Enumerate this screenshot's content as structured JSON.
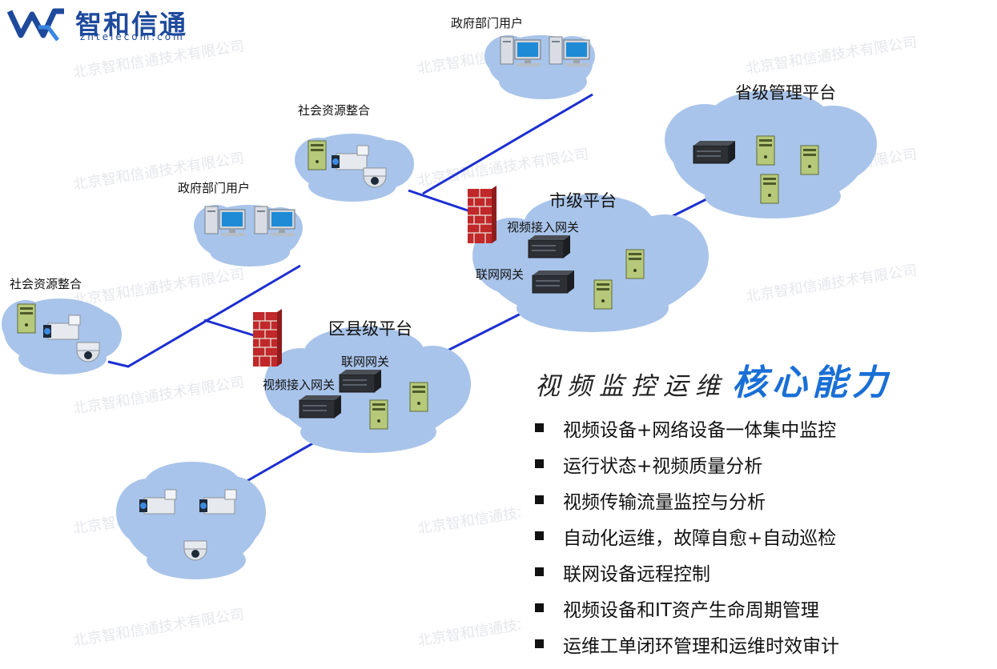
{
  "logo": {
    "name": "智和信通",
    "domain": "zhtelecom.com"
  },
  "watermark": "北京智和信通技术有限公司",
  "nodes": {
    "gov_users_top": "政府部门用户",
    "provincial_platform": "省级管理平台",
    "social_resources_upper": "社会资源整合",
    "city_platform": "市级平台",
    "city_video_gateway": "视频接入网关",
    "city_network_gateway": "联网网关",
    "gov_users_mid": "政府部门用户",
    "social_resources_left": "社会资源整合",
    "county_platform": "区县级平台",
    "county_network_gateway": "联网网关",
    "county_video_gateway": "视频接入网关"
  },
  "capabilities": {
    "title_prefix": "视频监控运维",
    "title_emphasis": "核心能力",
    "items": [
      "视频设备+网络设备一体集中监控",
      "运行状态+视频质量分析",
      "视频传输流量监控与分析",
      "自动化运维，故障自愈+自动巡检",
      "联网设备远程控制",
      "视频设备和IT资产生命周期管理",
      "运维工单闭环管理和运维时效审计"
    ]
  },
  "colors": {
    "brand": "#1e4a9c",
    "accent": "#1a6fd6",
    "cloud": "#a9c4ea",
    "link": "#1c2fd1",
    "firewall": "#c0282a"
  }
}
